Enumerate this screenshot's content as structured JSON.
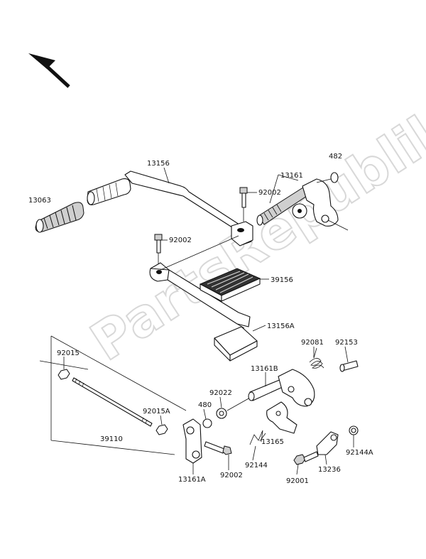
{
  "watermark": "PartsRepublik",
  "parts": [
    {
      "id": "p13156",
      "label": "13156"
    },
    {
      "id": "p482",
      "label": "482"
    },
    {
      "id": "p13161",
      "label": "13161"
    },
    {
      "id": "p13063",
      "label": "13063"
    },
    {
      "id": "p92002a",
      "label": "92002"
    },
    {
      "id": "p92002b",
      "label": "92002"
    },
    {
      "id": "p39156",
      "label": "39156"
    },
    {
      "id": "p13156A",
      "label": "13156A"
    },
    {
      "id": "p92081",
      "label": "92081"
    },
    {
      "id": "p92153",
      "label": "92153"
    },
    {
      "id": "p92015",
      "label": "92015"
    },
    {
      "id": "p13161B",
      "label": "13161B"
    },
    {
      "id": "p92022",
      "label": "92022"
    },
    {
      "id": "p480",
      "label": "480"
    },
    {
      "id": "p92015A",
      "label": "92015A"
    },
    {
      "id": "p39110",
      "label": "39110"
    },
    {
      "id": "p13165",
      "label": "13165"
    },
    {
      "id": "p92144",
      "label": "92144"
    },
    {
      "id": "p92144A",
      "label": "92144A"
    },
    {
      "id": "p13236",
      "label": "13236"
    },
    {
      "id": "p13161A",
      "label": "13161A"
    },
    {
      "id": "p92002c",
      "label": "92002"
    },
    {
      "id": "p92001",
      "label": "92001"
    }
  ]
}
